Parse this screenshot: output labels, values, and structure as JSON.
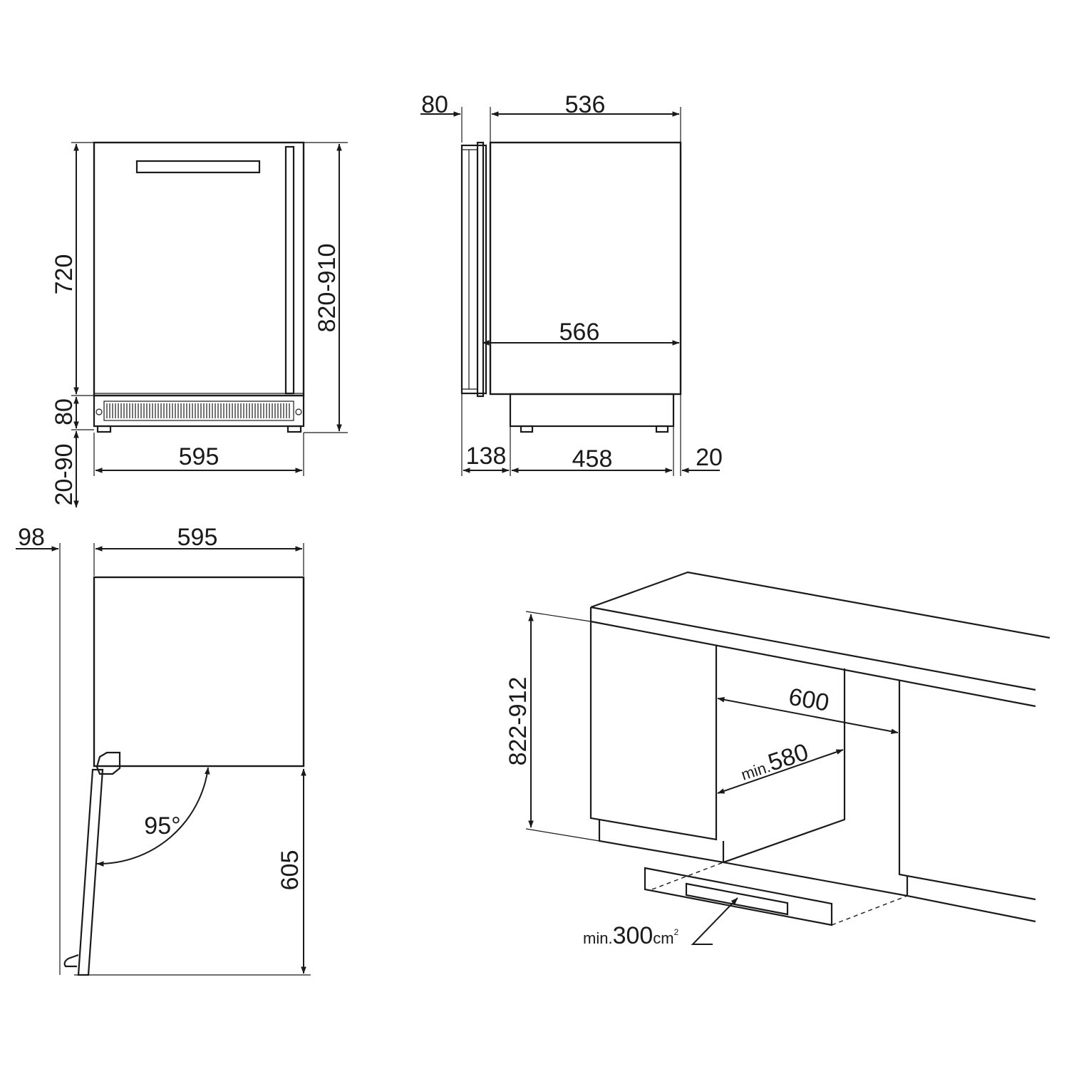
{
  "front_view": {
    "dim_height_door": "720",
    "dim_height_total": "820-910",
    "dim_height_plinth": "80",
    "dim_height_feet": "20-90",
    "dim_width": "595"
  },
  "side_view": {
    "dim_door_thickness": "80",
    "dim_body_depth": "536",
    "dim_depth_incl_door": "566",
    "dim_front_recess": "138",
    "dim_plinth_depth": "458",
    "dim_rear_gap": "20"
  },
  "top_view": {
    "dim_door_swing": "98",
    "dim_width": "595",
    "dim_open_angle": "95°",
    "dim_open_depth": "605"
  },
  "installation": {
    "dim_niche_height": "822-912",
    "dim_niche_width": "600",
    "dim_min_prefix": "min.",
    "dim_niche_min_width": "580",
    "dim_vent_value": "300",
    "dim_vent_unit": "cm",
    "dim_vent_exp": "2"
  }
}
